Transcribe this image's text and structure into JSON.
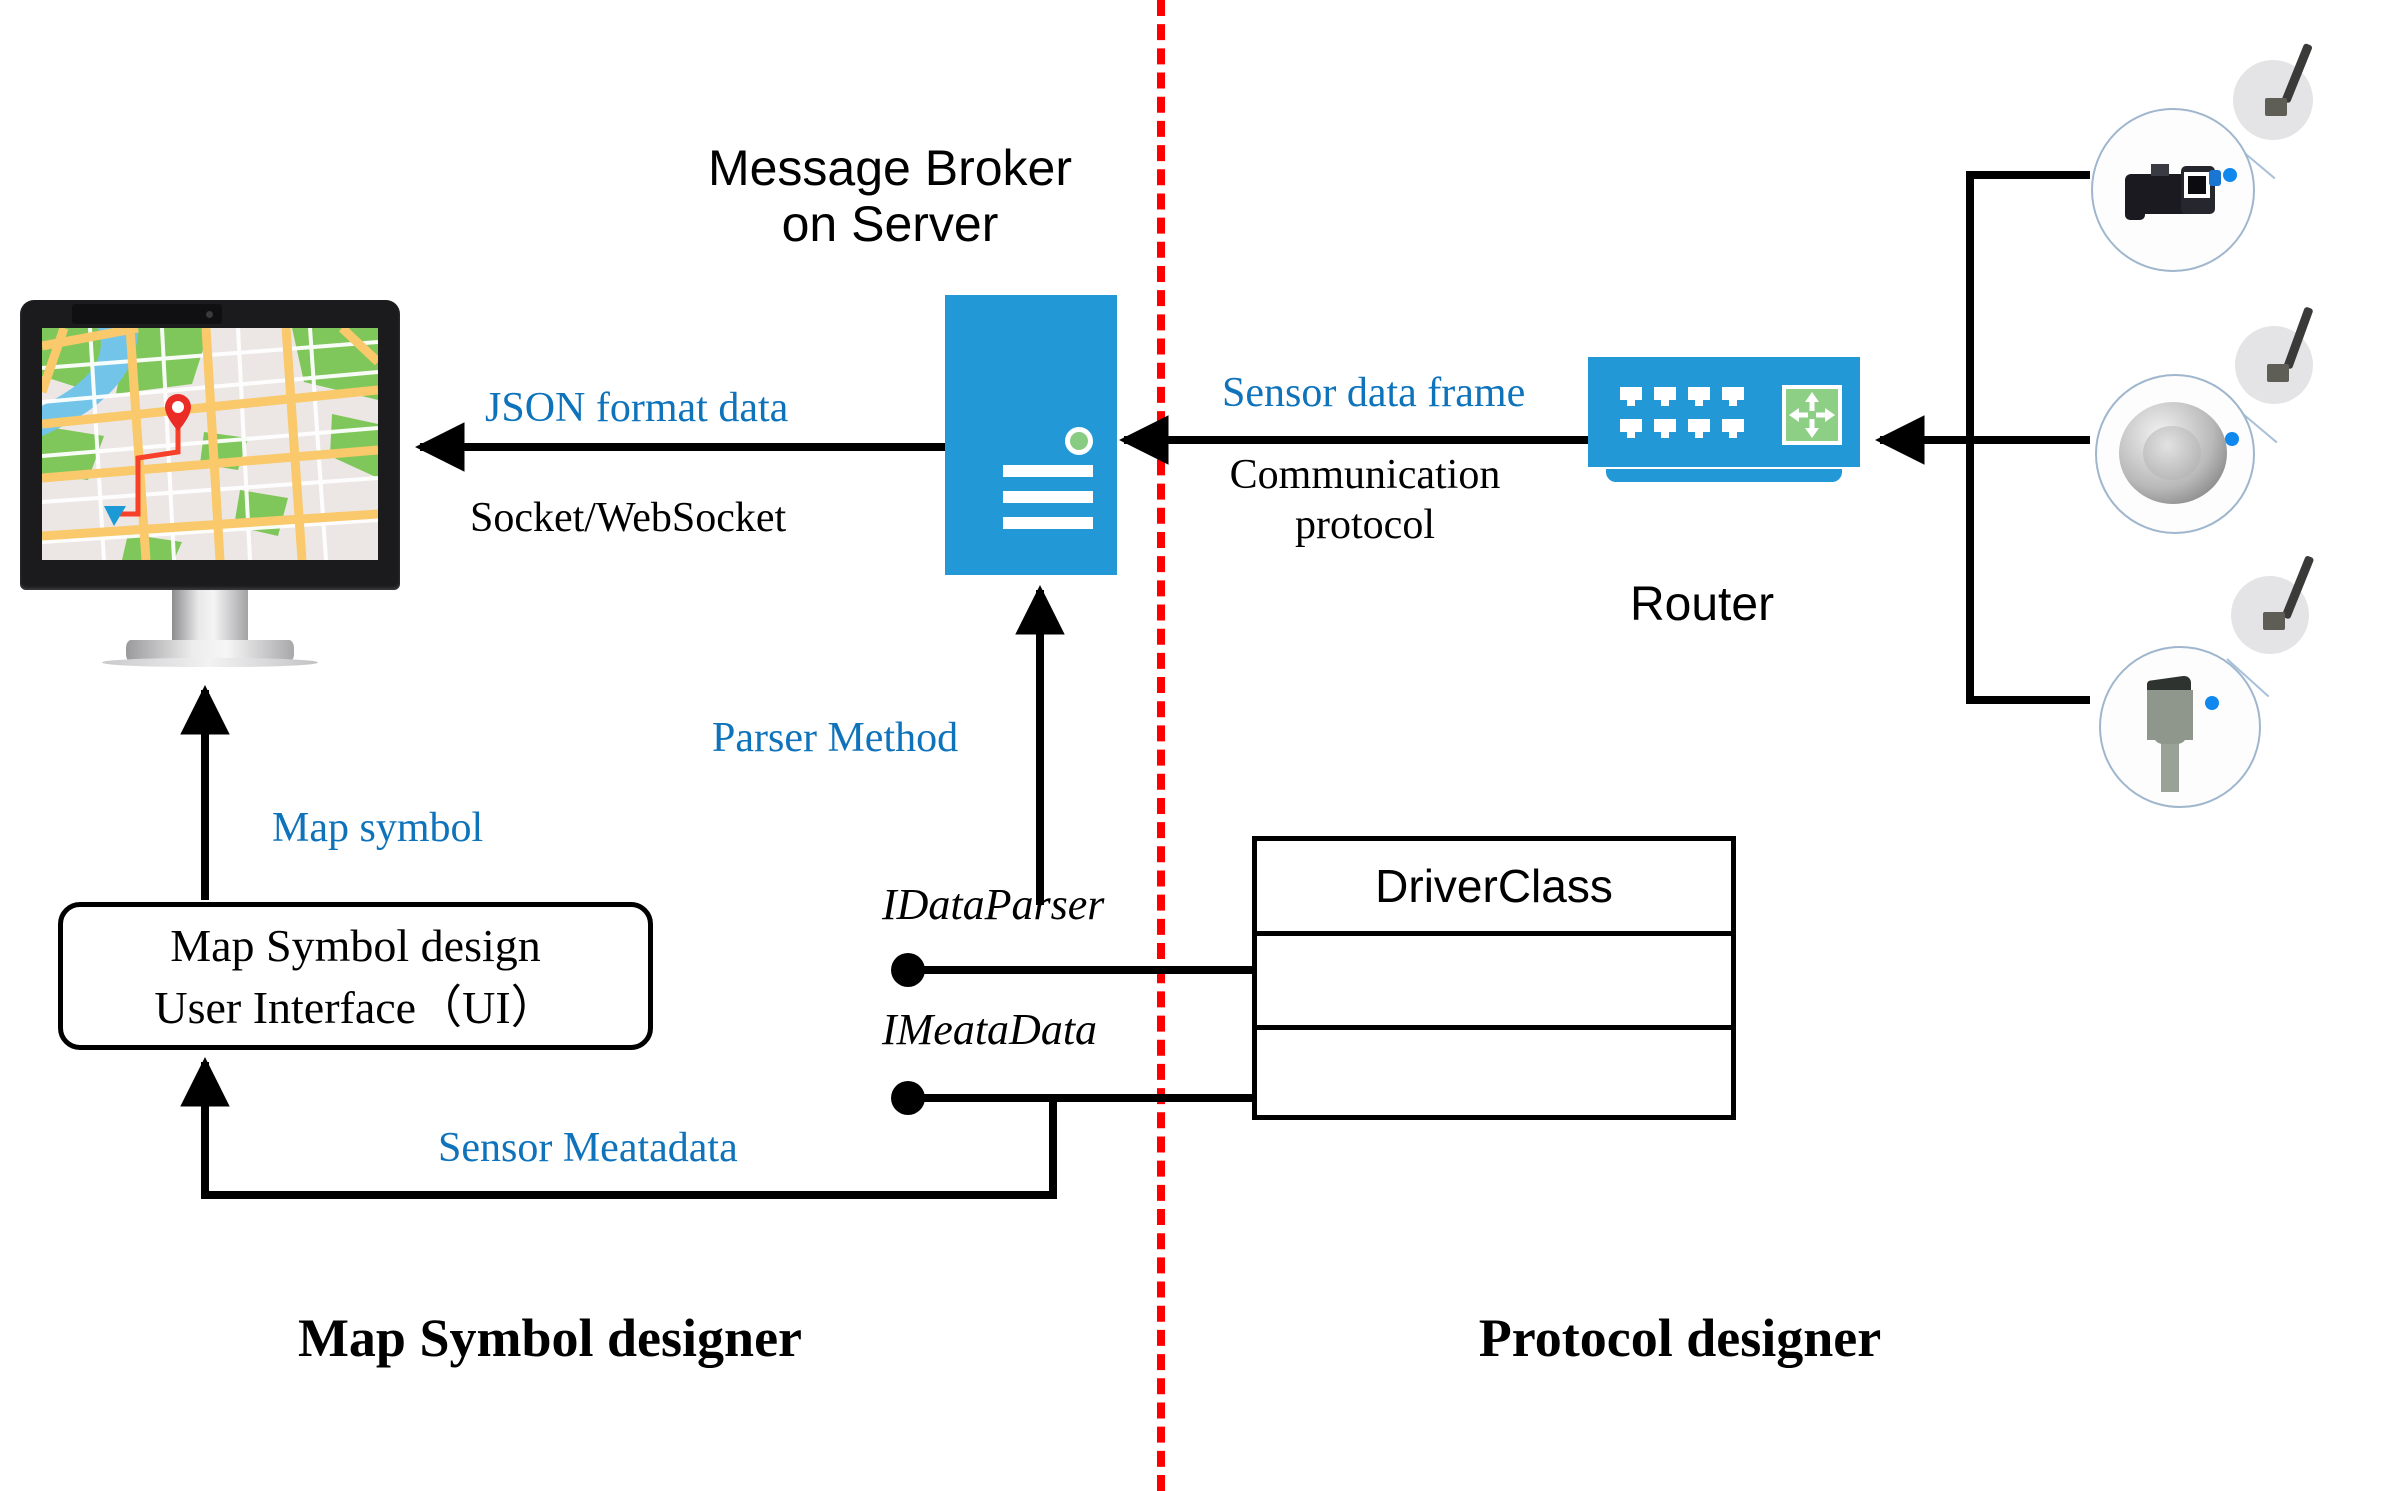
{
  "diagram": {
    "title_server": "Message Broker\non Server",
    "accent_blue": "#0e73bb",
    "device_blue": "#2298d6",
    "divider_red": "#ff0000",
    "led_green": "#88cc83"
  },
  "nodes": {
    "server": {
      "label_line1": "Message Broker",
      "label_line2": "on Server",
      "icon": "server-icon"
    },
    "router": {
      "label": "Router",
      "icon": "router-icon"
    },
    "monitor": {
      "icon": "monitor-map-icon"
    },
    "ui_box": {
      "line1": "Map Symbol design",
      "line2": "User Interface（UI）"
    },
    "driver_class": {
      "title": "DriverClass",
      "compartments": [
        "DriverClass",
        "",
        ""
      ]
    },
    "sensors": [
      {
        "name": "camera-sensor",
        "icon": "camera-icon"
      },
      {
        "name": "dome-sensor",
        "icon": "dome-icon"
      },
      {
        "name": "post-sensor",
        "icon": "post-icon"
      }
    ]
  },
  "edges": [
    {
      "name": "broker-to-monitor",
      "label_blue": "JSON format data",
      "label_black": "Socket/WebSocket"
    },
    {
      "name": "router-to-broker",
      "label_blue": "Sensor data frame",
      "label_black_line1": "Communication",
      "label_black_line2": "protocol"
    },
    {
      "name": "parser-to-broker",
      "label_blue": "Parser Method"
    },
    {
      "name": "ui-to-monitor",
      "label_blue": "Map symbol"
    },
    {
      "name": "driver-to-ui",
      "label_blue": "Sensor Meatadata"
    }
  ],
  "interfaces": [
    {
      "name": "idataparser",
      "label": "IDataParser"
    },
    {
      "name": "imeatadata",
      "label": "IMeataData"
    }
  ],
  "footer": {
    "left": "Map Symbol designer",
    "right": "Protocol designer"
  }
}
